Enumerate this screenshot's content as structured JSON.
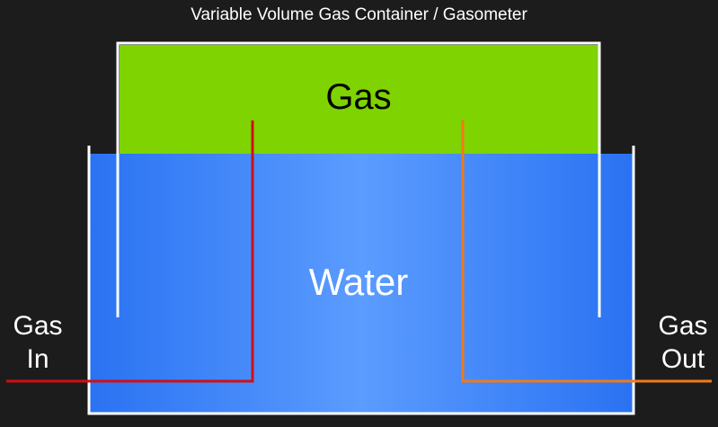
{
  "title": "Variable Volume Gas Container / Gasometer",
  "labels": {
    "gas": "Gas",
    "water": "Water",
    "gas_in_line1": "Gas",
    "gas_in_line2": "In",
    "gas_out_line1": "Gas",
    "gas_out_line2": "Out"
  },
  "colors": {
    "background": "#1c1c1c",
    "gas_fill": "#7ed300",
    "water_dark": "#2a72f2",
    "water_light": "#5b9cff",
    "inlet_pipe": "#d10f12",
    "outlet_pipe": "#f07a1a",
    "walls": "#ffffff"
  }
}
